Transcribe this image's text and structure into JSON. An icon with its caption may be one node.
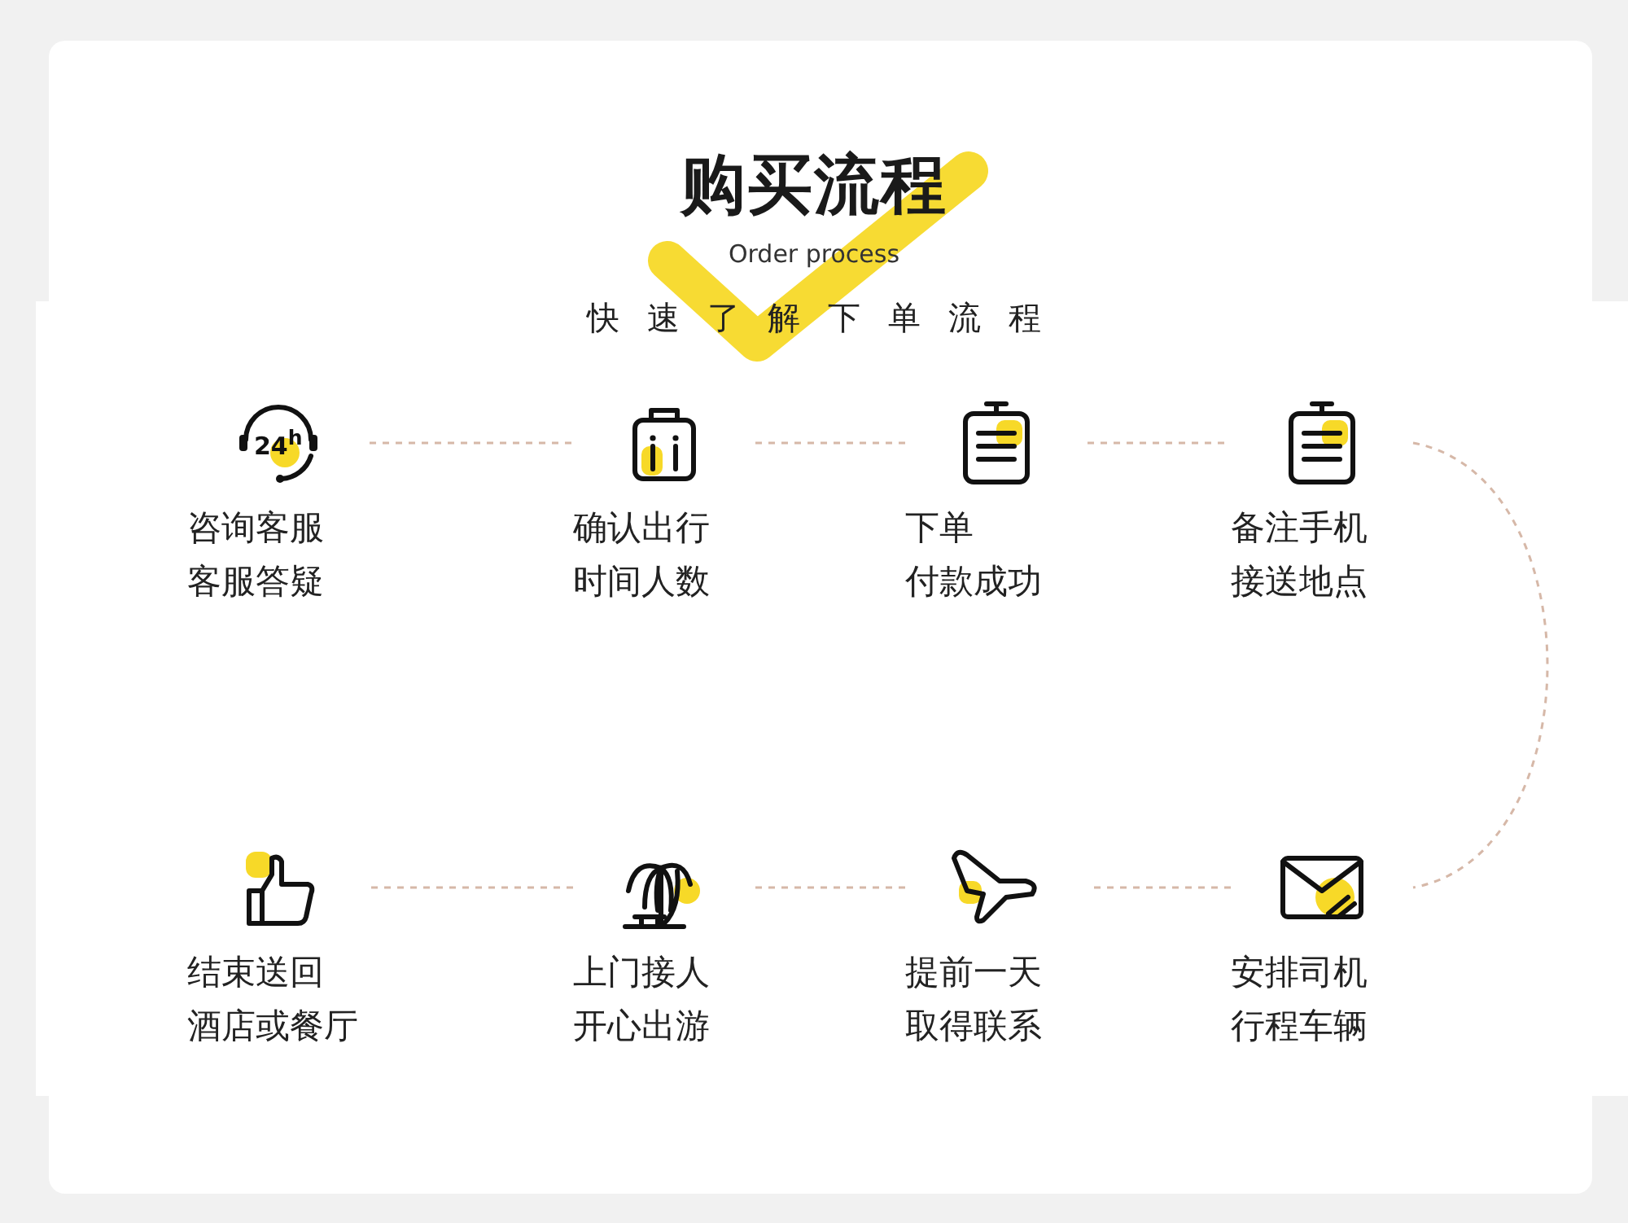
{
  "diagram": {
    "title": "购买流程",
    "nodes": [
      {
        "text": [
          "咨询客服",
          "客服答疑"
        ]
      },
      {
        "text": [
          "确认出行",
          "时间人数"
        ]
      },
      {
        "text": [
          "下单",
          "付款成功"
        ]
      },
      {
        "text": [
          "备注手机",
          "接送地点"
        ]
      },
      {
        "text": [
          "结束送回",
          "酒店或餐厅"
        ]
      },
      {
        "text": [
          "上门接人",
          "开心出游"
        ]
      },
      {
        "text": [
          "提前一天",
          "取得联系"
        ]
      },
      {
        "text": [
          "安排司机",
          "行程车辆"
        ]
      }
    ],
    "edges": [
      {
        "from": 0,
        "to": 1,
        "arrow": "none",
        "style": "dashed"
      },
      {
        "from": 1,
        "to": 2,
        "arrow": "none",
        "style": "dashed"
      },
      {
        "from": 2,
        "to": 3,
        "arrow": "none",
        "style": "dashed"
      },
      {
        "from": 3,
        "to": 7,
        "arrow": "none",
        "style": "dashed"
      },
      {
        "from": 7,
        "to": 6,
        "arrow": "none",
        "style": "dashed"
      },
      {
        "from": 6,
        "to": 5,
        "arrow": "none",
        "style": "dashed"
      },
      {
        "from": 5,
        "to": 4,
        "arrow": "none",
        "style": "dashed"
      }
    ],
    "labels": [
      "Order process",
      "快速了解下单流程",
      "24$^{h}$"
    ]
  }
}
